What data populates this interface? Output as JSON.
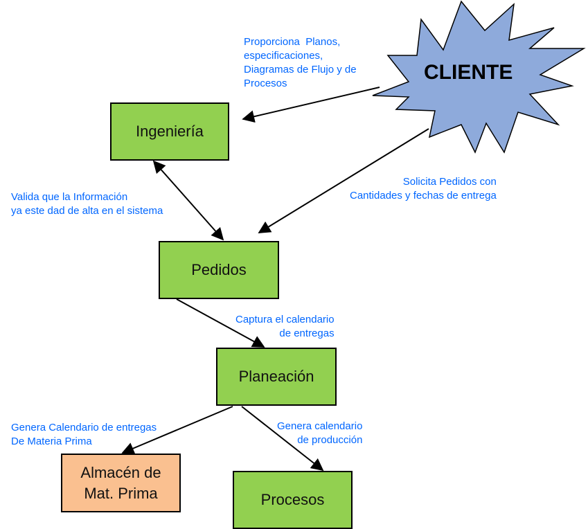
{
  "diagram": {
    "client": {
      "label": "CLIENTE",
      "fill": "#8eaadb"
    },
    "nodes": [
      {
        "id": "ingenieria",
        "label": "Ingeniería",
        "fill": "#92d050"
      },
      {
        "id": "pedidos",
        "label": "Pedidos",
        "fill": "#92d050"
      },
      {
        "id": "planeacion",
        "label": "Planeación",
        "fill": "#92d050"
      },
      {
        "id": "almacen",
        "label": "Almacén de\nMat. Prima",
        "fill": "#fac090"
      },
      {
        "id": "procesos",
        "label": "Procesos",
        "fill": "#92d050"
      }
    ],
    "edges": [
      {
        "from": "cliente",
        "to": "ingenieria",
        "label": "Proporciona  Planos,\nespecificaciones,\nDiagramas de Flujo y de\nProcesos"
      },
      {
        "from": "cliente",
        "to": "pedidos",
        "label": "Solicita Pedidos con\nCantidades y fechas de entrega"
      },
      {
        "from": "ingenieria",
        "to": "pedidos",
        "bidirectional": true,
        "label": "Valida que la Información\nya este dad de alta en el sistema"
      },
      {
        "from": "pedidos",
        "to": "planeacion",
        "label": "Captura el calendario\nde entregas"
      },
      {
        "from": "planeacion",
        "to": "almacen",
        "label": "Genera Calendario de entregas\nDe Materia Prima"
      },
      {
        "from": "planeacion",
        "to": "procesos",
        "label": "Genera calendario\nde producción"
      }
    ],
    "label_color": "#0066ff"
  }
}
